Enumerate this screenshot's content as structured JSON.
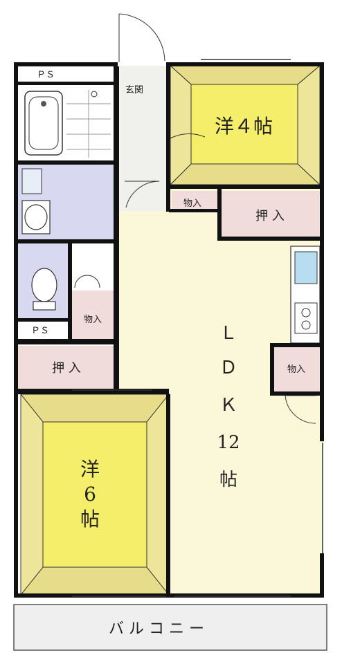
{
  "rooms": {
    "ps_top": "ＰＳ",
    "entrance": "玄関",
    "western4": "洋４帖",
    "storage_small_top": "物入",
    "closet_top": "押 入",
    "ldk_l": "Ｌ",
    "ldk_d": "Ｄ",
    "ldk_k": "Ｋ",
    "ldk_num": "12",
    "ldk_jo": "帖",
    "storage_mid": "物入",
    "ps_bottom": "ＰＳ",
    "closet_left": "押 入",
    "storage_right": "物入",
    "western6_1": "洋",
    "western6_2": "6",
    "western6_3": "帖",
    "balcony": "バ ル コ ニ ー"
  },
  "colors": {
    "wall": "#111111",
    "ldk_floor": "#fbf8d9",
    "tatami_yellow": "#f5ee6a",
    "tatami_border": "#e7dc8a",
    "wet_area": "#d8d8f0",
    "closet_pink": "#f1dcdc",
    "entrance_grey": "#f0f0ec",
    "balcony_grey": "#efefef"
  }
}
